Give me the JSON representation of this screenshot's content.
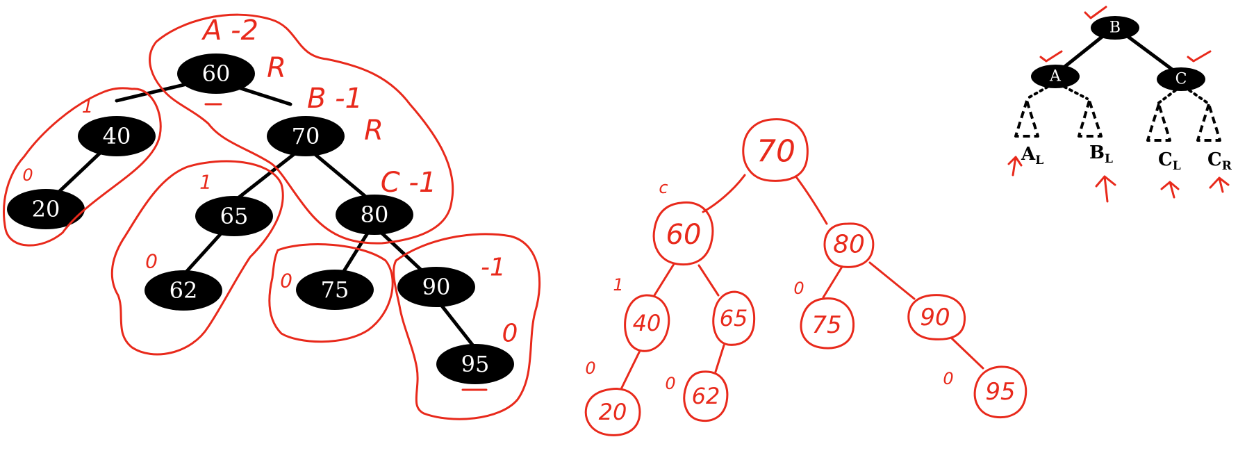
{
  "colors": {
    "ink": "#e8291b",
    "node_fill": "#000000",
    "node_text": "#ffffff",
    "background": "#ffffff"
  },
  "original_tree": {
    "nodes": [
      "60",
      "40",
      "70",
      "20",
      "65",
      "80",
      "62",
      "75",
      "90",
      "95"
    ],
    "annotations": [
      "A -2",
      "R",
      "B -1",
      "R",
      "C -1",
      "1",
      "0",
      "1",
      "0",
      "0",
      "-1",
      "0"
    ]
  },
  "rotated_tree": {
    "nodes": [
      "70",
      "60",
      "80",
      "40",
      "65",
      "75",
      "90",
      "20",
      "62",
      "95"
    ],
    "annotations": [
      "c",
      "1",
      "0",
      "0",
      "0",
      "0"
    ]
  },
  "reference_tree": {
    "nodes": [
      "B",
      "A",
      "C"
    ],
    "subtrees": [
      {
        "main": "A",
        "sub": "L"
      },
      {
        "main": "B",
        "sub": "L"
      },
      {
        "main": "C",
        "sub": "L"
      },
      {
        "main": "C",
        "sub": "R"
      }
    ]
  }
}
